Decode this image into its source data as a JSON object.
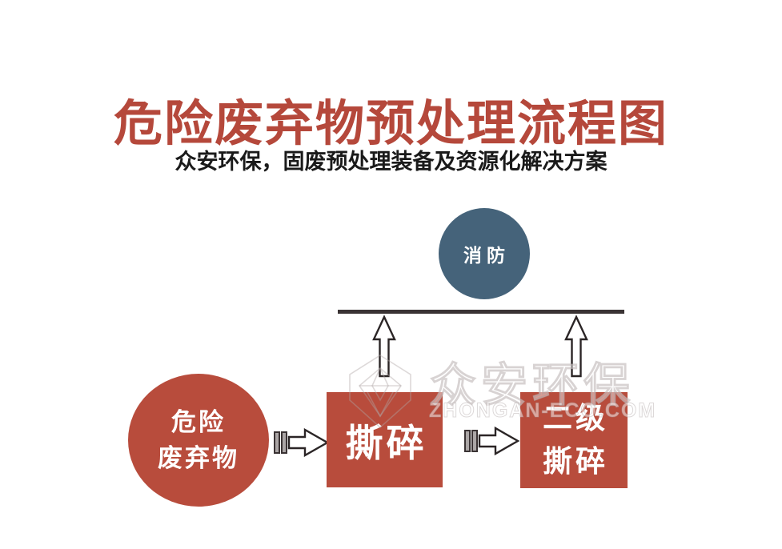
{
  "header": {
    "title": "危险废弃物预处理流程图",
    "subtitle": "众安环保，固废预处理装备及资源化解决方案"
  },
  "flow": {
    "fire_label": "消防",
    "source_lines": [
      "危险",
      "废弃物"
    ],
    "stage1_label": "撕碎",
    "stage2_lines": [
      "二级",
      "撕碎"
    ]
  },
  "watermark": {
    "brand_cn": "众安环保",
    "brand_en": "ZHONGAN-ECO.COM"
  },
  "colors": {
    "brand_red": "#B5483B",
    "brand_red_shape": "#B84C3C",
    "fire_slate": "#45637A",
    "line_dark": "#3A3334",
    "arrow_outline": "#2B2526"
  }
}
